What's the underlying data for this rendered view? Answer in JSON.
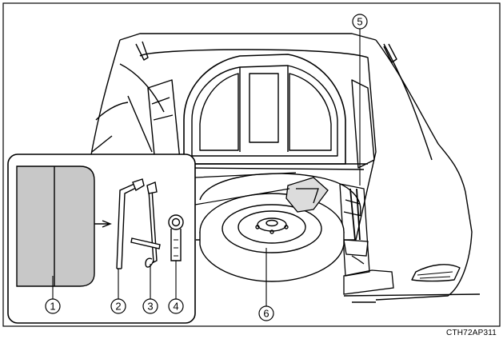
{
  "diagram": {
    "callouts": [
      {
        "id": "1",
        "label": "1",
        "description": "tool bag"
      },
      {
        "id": "2",
        "label": "2",
        "description": "jack handle"
      },
      {
        "id": "3",
        "label": "3",
        "description": "wheel nut wrench"
      },
      {
        "id": "4",
        "label": "4",
        "description": "towing eyelet"
      },
      {
        "id": "5",
        "label": "5",
        "description": "jack"
      },
      {
        "id": "6",
        "label": "6",
        "description": "spare tire"
      }
    ],
    "code": "CTH72AP311"
  }
}
